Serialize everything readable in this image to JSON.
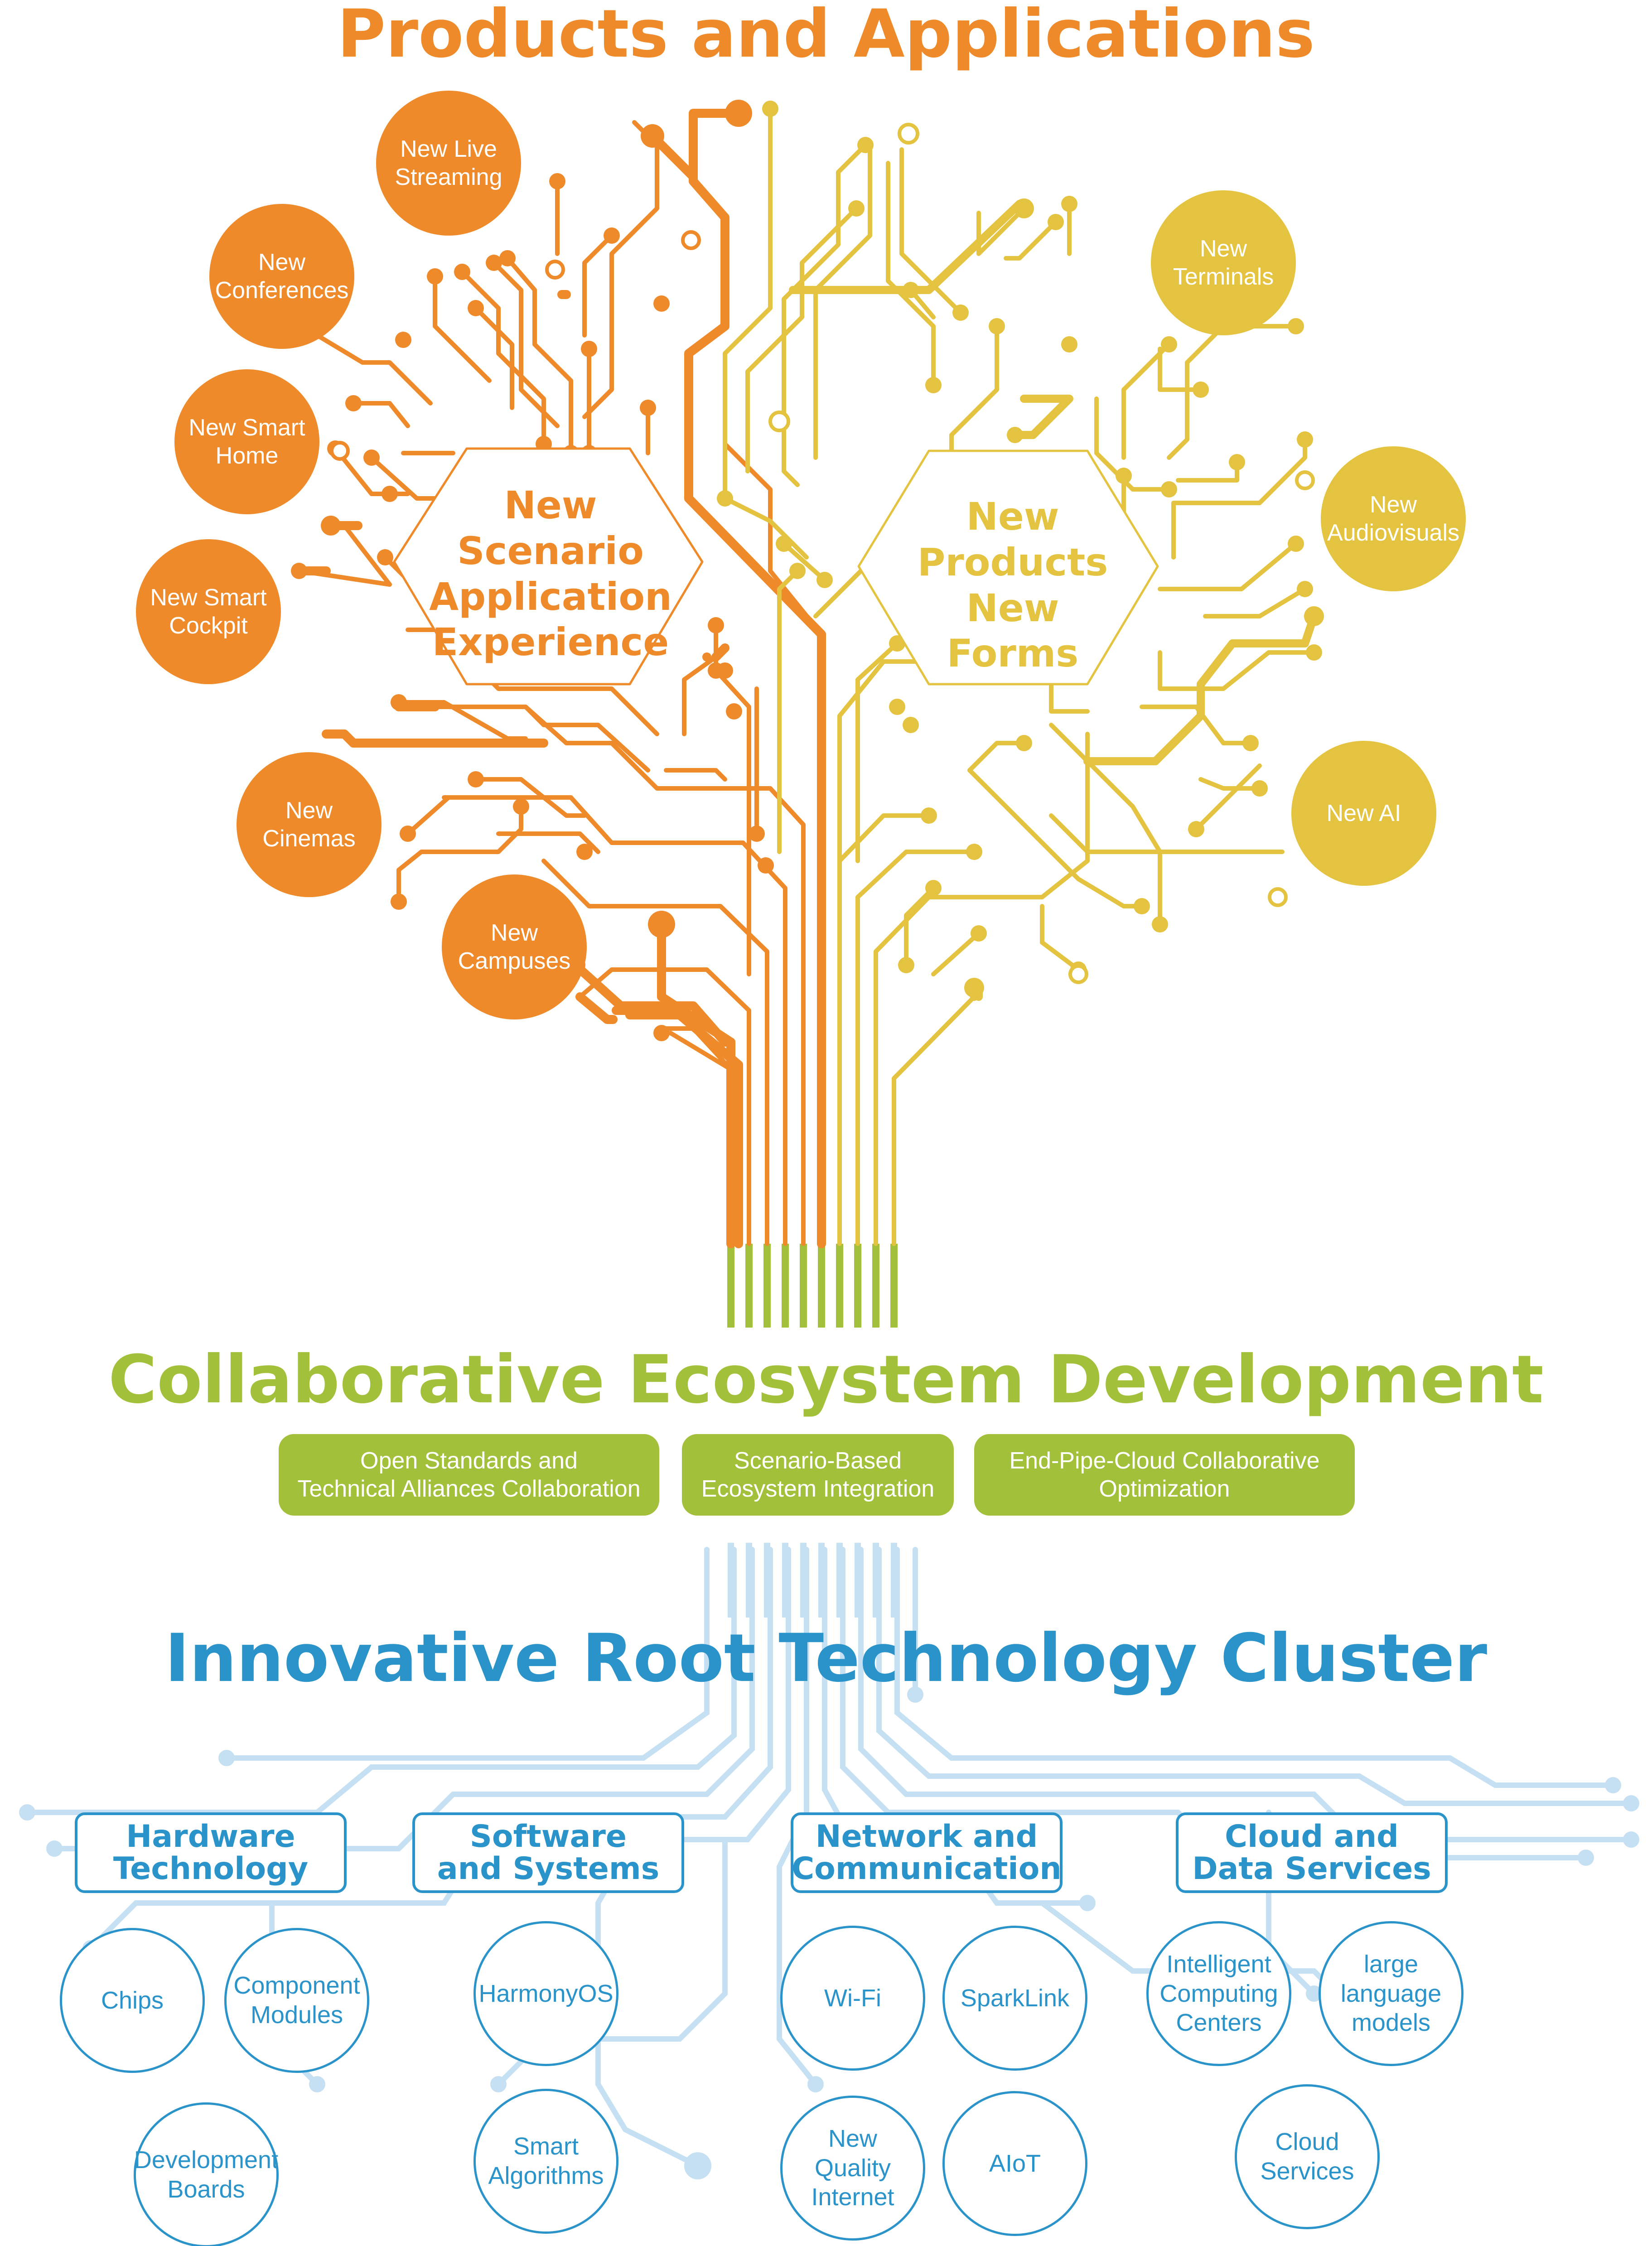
{
  "products": {
    "title": "Products and Applications",
    "scenario_hex": "New\nScenario\nApplication\nExperience",
    "products_hex": "New\nProducts\nNew\nForms",
    "orange_nodes": [
      "New Live\nStreaming",
      "New\nConferences",
      "New Smart\nHome",
      "New Smart\nCockpit",
      "New\nCinemas",
      "New\nCampuses"
    ],
    "yellow_nodes": [
      "New\nTerminals",
      "New\nAudiovisuals",
      "New AI"
    ]
  },
  "ecosystem": {
    "title": "Collaborative Ecosystem Development",
    "pills": [
      "Open Standards and\nTechnical Alliances Collaboration",
      "Scenario-Based\nEcosystem Integration",
      "End-Pipe-Cloud Collaborative\nOptimization"
    ]
  },
  "root": {
    "title": "Innovative Root Technology Cluster",
    "categories": [
      "Hardware\nTechnology",
      "Software\nand Systems",
      "Network and\nCommunication",
      "Cloud and\nData Services"
    ],
    "hardware": [
      "Chips",
      "Component\nModules",
      "Development\nBoards"
    ],
    "software": [
      "HarmonyOS",
      "Smart\nAlgorithms"
    ],
    "network": [
      "Wi-Fi",
      "SparkLink",
      "New\nQuality\nInternet",
      "AIoT"
    ],
    "cloud": [
      "Intelligent\nComputing\nCenters",
      "large\nlanguage\nmodels",
      "Cloud\nServices"
    ]
  },
  "colors": {
    "orange": "#ef8a2a",
    "yellow": "#e3c33f",
    "green": "#a3c03b",
    "blue": "#2a93c9",
    "light_blue": "#c5e0f2"
  }
}
